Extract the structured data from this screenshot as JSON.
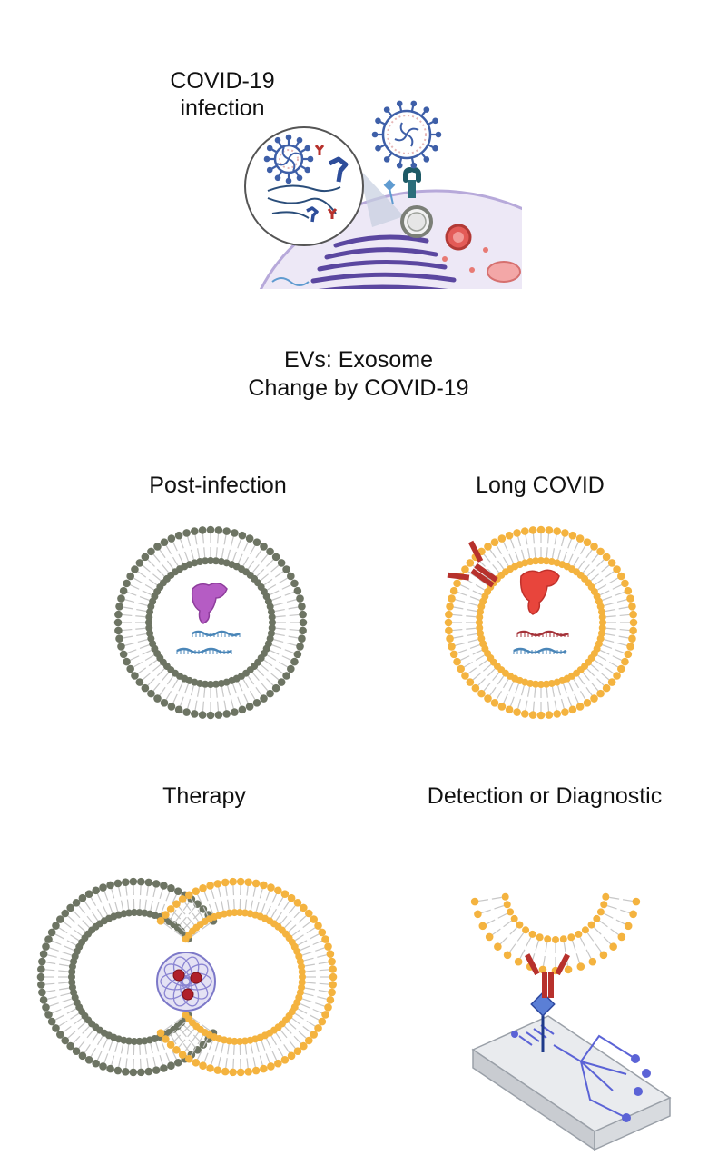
{
  "top_label": [
    "COVID-19",
    "infection"
  ],
  "center_title": [
    "EVs: Exosome",
    "Change by COVID-19"
  ],
  "panels": {
    "post_infection": "Post-infection",
    "long_covid": "Long COVID",
    "therapy": "Therapy",
    "detection": "Detection or Diagnostic"
  },
  "colors": {
    "gray_membrane": "#6d7463",
    "orange_membrane": "#f4b33f",
    "virus_blue": "#3e5fa8",
    "cell_purple": "#c8bde3",
    "antibody_red": "#b7312c",
    "protein_magenta": "#b55cc4",
    "protein_red": "#e8453c",
    "rna_blue": "#4a86b8",
    "chip_blue": "#5b63d6"
  }
}
